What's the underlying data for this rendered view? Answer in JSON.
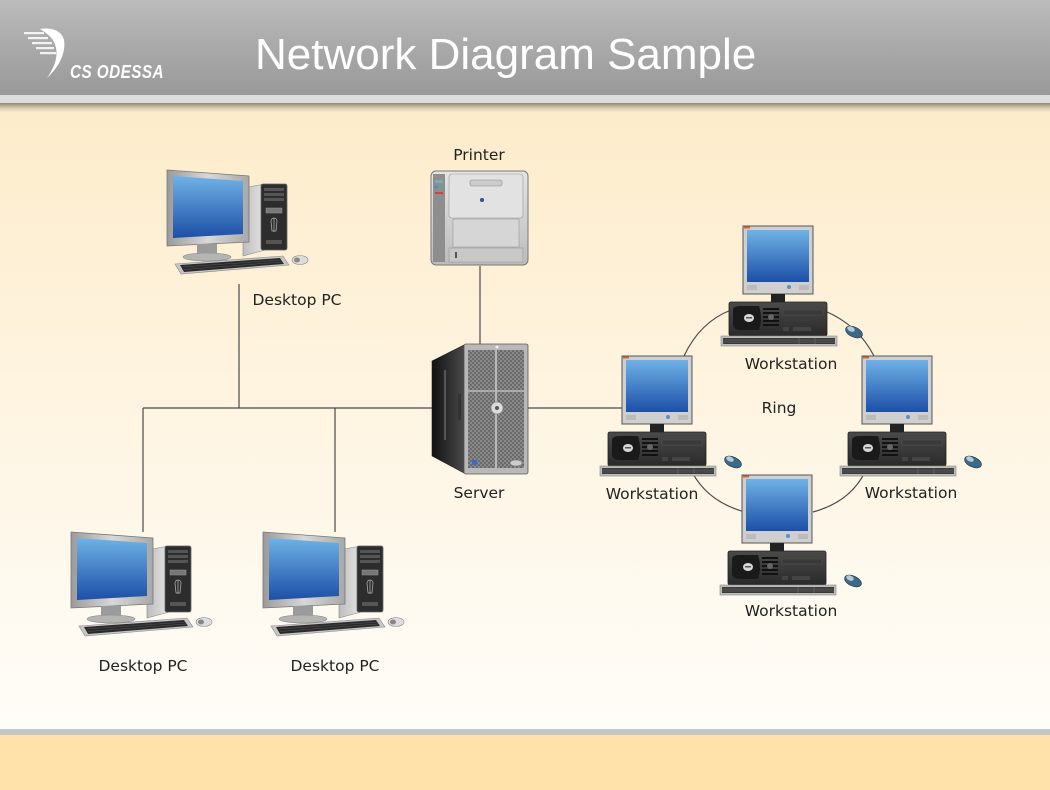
{
  "header": {
    "logo_text": "CS ODESSA",
    "title": "Network Diagram Sample"
  },
  "colors": {
    "header_gray": "#a9a9a9",
    "canvas_top": "#fdeccb",
    "footer": "#ffe2a9",
    "connector": "#4a4a4a",
    "screen_blue": "#2f6fc0"
  },
  "nodes": {
    "desktop_top": {
      "type": "desktop-pc",
      "label": "Desktop PC"
    },
    "desktop_bottom_left": {
      "type": "desktop-pc",
      "label": "Desktop PC"
    },
    "desktop_bottom_right": {
      "type": "desktop-pc",
      "label": "Desktop PC"
    },
    "printer": {
      "type": "printer",
      "label": "Printer"
    },
    "server": {
      "type": "server",
      "label": "Server"
    },
    "ws_top": {
      "type": "workstation",
      "label": "Workstation"
    },
    "ws_left": {
      "type": "workstation",
      "label": "Workstation"
    },
    "ws_right": {
      "type": "workstation",
      "label": "Workstation"
    },
    "ws_bottom": {
      "type": "workstation",
      "label": "Workstation"
    }
  },
  "ring": {
    "label": "Ring"
  },
  "connections": [
    [
      "desktop_top",
      "bus"
    ],
    [
      "desktop_bottom_left",
      "bus"
    ],
    [
      "desktop_bottom_right",
      "bus"
    ],
    [
      "bus",
      "server"
    ],
    [
      "printer",
      "server"
    ],
    [
      "server",
      "ws_left"
    ],
    [
      "ws_top",
      "ws_right"
    ],
    [
      "ws_right",
      "ws_bottom"
    ],
    [
      "ws_bottom",
      "ws_left"
    ],
    [
      "ws_left",
      "ws_top"
    ]
  ]
}
